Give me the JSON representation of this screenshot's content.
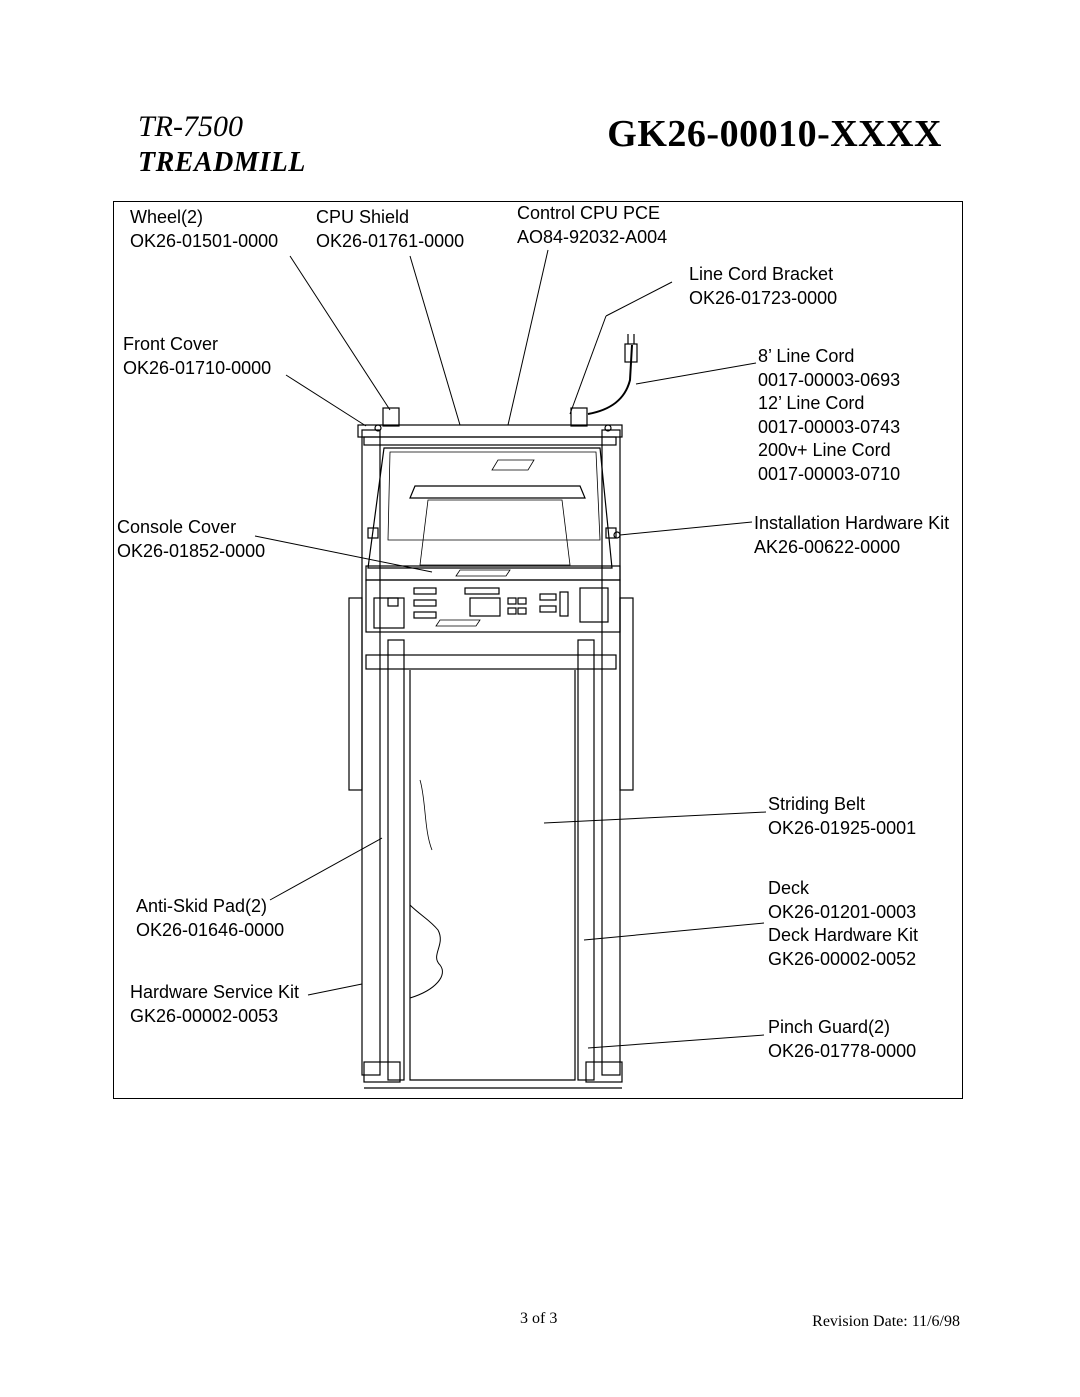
{
  "header": {
    "model": "TR-7500",
    "product": "TREADMILL",
    "part_number": "GK26-00010-XXXX"
  },
  "labels": {
    "wheel": {
      "name": "Wheel(2)",
      "part": "OK26-01501-0000"
    },
    "cpu_shield": {
      "name": "CPU Shield",
      "part": "OK26-01761-0000"
    },
    "control_cpu": {
      "name": "Control CPU PCE",
      "part": "AO84-92032-A004"
    },
    "line_cord_bracket": {
      "name": "Line Cord Bracket",
      "part": "OK26-01723-0000"
    },
    "front_cover": {
      "name": "Front Cover",
      "part": "OK26-01710-0000"
    },
    "line_cords": {
      "cord8": "8’ Line Cord",
      "cord8_part": "0017-00003-0693",
      "cord12": "12’ Line Cord",
      "cord12_part": "0017-00003-0743",
      "cord200": "200v+ Line Cord",
      "cord200_part": "0017-00003-0710"
    },
    "console_cover": {
      "name": "Console Cover",
      "part": "OK26-01852-0000"
    },
    "installation_kit": {
      "name": "Installation Hardware Kit",
      "part": "AK26-00622-0000"
    },
    "striding_belt": {
      "name": "Striding Belt",
      "part": "OK26-01925-0001"
    },
    "anti_skid": {
      "name": "Anti-Skid Pad(2)",
      "part": "OK26-01646-0000"
    },
    "deck": {
      "name": "Deck",
      "part": "OK26-01201-0003",
      "hw_name": "Deck Hardware Kit",
      "hw_part": "GK26-00002-0052"
    },
    "hardware_service": {
      "name": "Hardware Service Kit",
      "part": "GK26-00002-0053"
    },
    "pinch_guard": {
      "name": "Pinch Guard(2)",
      "part": "OK26-01778-0000"
    }
  },
  "footer": {
    "page": "3 of 3",
    "revision": "Revision Date: 11/6/98"
  }
}
